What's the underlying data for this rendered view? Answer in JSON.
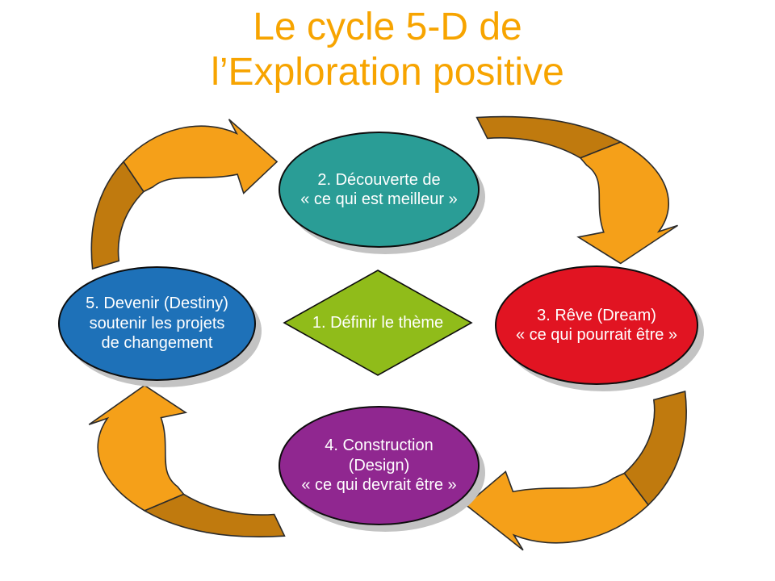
{
  "title": {
    "line1": "Le cycle 5-D de",
    "line2": "l’Exploration positive",
    "color": "#F7A400"
  },
  "nodes": {
    "theme": {
      "step": 1,
      "shape": "diamond",
      "color": "#90BC1A",
      "lines": [
        "1. Définir le thème"
      ]
    },
    "discovery": {
      "step": 2,
      "shape": "ellipse",
      "color": "#2A9D96",
      "lines": [
        "2. Découverte de",
        "« ce qui est meilleur »"
      ]
    },
    "dream": {
      "step": 3,
      "shape": "ellipse",
      "color": "#E11422",
      "lines": [
        "3. Rêve (Dream)",
        "« ce qui pourrait être »"
      ]
    },
    "design": {
      "step": 4,
      "shape": "ellipse",
      "color": "#902790",
      "lines": [
        "4. Construction",
        "(Design)",
        "« ce qui devrait être »"
      ]
    },
    "destiny": {
      "step": 5,
      "shape": "ellipse",
      "color": "#1E71B8",
      "lines": [
        "5. Devenir (Destiny)",
        "soutenir les projets",
        "de changement"
      ]
    }
  },
  "arrows": {
    "fill_front": "#F5A019",
    "fill_back": "#C07A0E",
    "items": [
      {
        "name": "arrow-top-left",
        "from": "destiny",
        "to": "discovery"
      },
      {
        "name": "arrow-top-right",
        "from": "discovery",
        "to": "dream"
      },
      {
        "name": "arrow-bottom-right",
        "from": "dream",
        "to": "design"
      },
      {
        "name": "arrow-bottom-left",
        "from": "design",
        "to": "destiny"
      }
    ]
  },
  "canvas": {
    "background": "#FFFFFF",
    "shadow": "#C3C3C3",
    "text_color": "#FFFFFF"
  }
}
